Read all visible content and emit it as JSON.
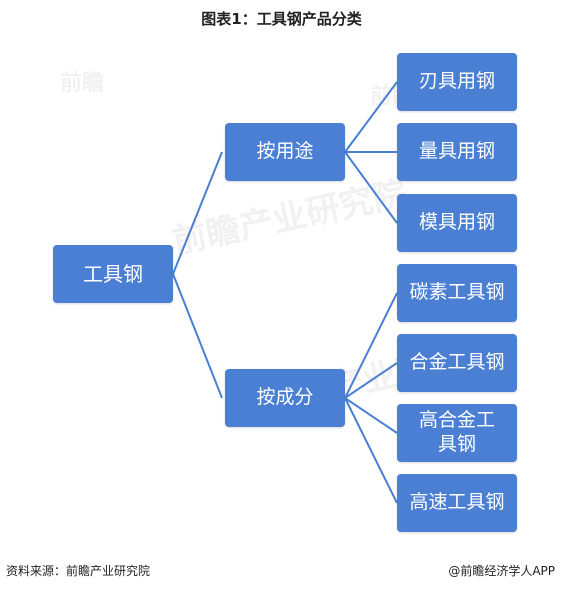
{
  "title": "图表1：工具钢产品分类",
  "root": "工具钢",
  "branches": [
    {
      "label": "按用途",
      "children": [
        "刃具用钢",
        "量具用钢",
        "模具用钢"
      ]
    },
    {
      "label": "按成分",
      "children": [
        "碳素工具钢",
        "合金工具钢",
        "高合金工具钢",
        "高速工具钢"
      ]
    }
  ],
  "footer": {
    "source": "资料来源：前瞻产业研究院",
    "brand": "@前瞻经济学人APP"
  },
  "watermarks": [
    "前瞻",
    "前瞻",
    "前瞻产业研究院",
    "前瞻产业研究院"
  ],
  "colors": {
    "node_fill": "#4a7fd4",
    "connector": "#4a7fd4",
    "text": "#ffffff"
  }
}
